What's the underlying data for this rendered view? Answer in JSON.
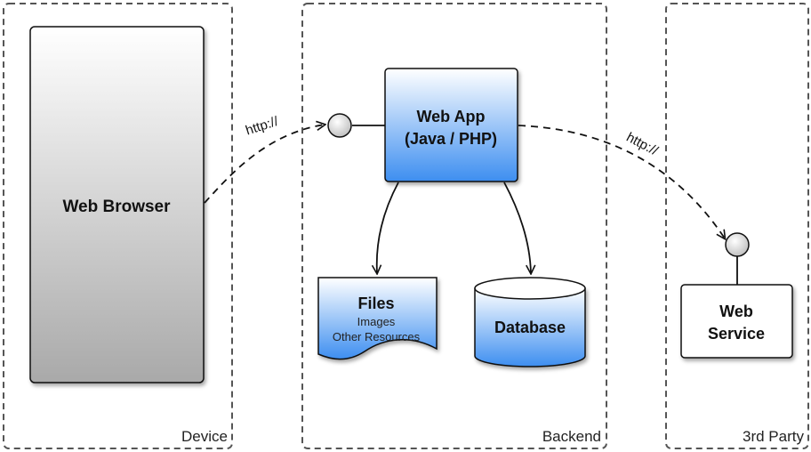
{
  "zones": {
    "device": "Device",
    "backend": "Backend",
    "third_party": "3rd Party"
  },
  "nodes": {
    "web_browser": "Web Browser",
    "web_app_line1": "Web App",
    "web_app_line2": "(Java / PHP)",
    "files_title": "Files",
    "files_sub1": "Images",
    "files_sub2": "Other Resources",
    "database": "Database",
    "web_service_line1": "Web",
    "web_service_line2": "Service"
  },
  "connections": {
    "browser_to_app": "http://",
    "app_to_service": "http://"
  },
  "colors": {
    "zone_border": "#555555",
    "blue_top": "#ffffff",
    "blue_bottom": "#3d8ef0",
    "gray_top": "#ffffff",
    "gray_bottom": "#a9a9a9",
    "line": "#111111"
  }
}
